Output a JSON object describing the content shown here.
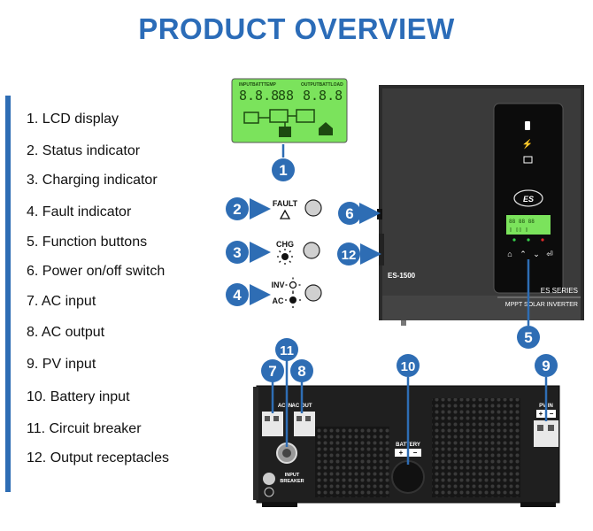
{
  "title": "PRODUCT OVERVIEW",
  "legend": [
    "1. LCD display",
    "2. Status indicator",
    "3. Charging indicator",
    "4. Fault indicator",
    "5. Function buttons",
    "6. Power on/off switch",
    "7. AC input",
    "8. AC output",
    "9. PV input",
    "10. Battery input",
    "11. Circuit breaker",
    "12. Output receptacles"
  ],
  "indicators": {
    "fault": "FAULT",
    "chg": "CHG",
    "inv": "INV",
    "ac": "AC"
  },
  "lcd": {
    "left_header": "INPUTBATTTEMP",
    "right_header": "OUTPUTBATTLOAD"
  },
  "inverter": {
    "model": "ES-1500",
    "logo": "ES",
    "series": "ES SERIES",
    "product_line": "MPPT SOLAR INVERTER"
  },
  "rear_panel": {
    "ac_in": "AC IN",
    "ac_out": "AC OUT",
    "pv_in": "PV IN",
    "battery": "BATTERY",
    "input_breaker": [
      "INPUT",
      "BREAKER"
    ]
  },
  "callouts": [
    "1",
    "2",
    "3",
    "4",
    "5",
    "6",
    "7",
    "8",
    "9",
    "10",
    "11",
    "12"
  ],
  "colors": {
    "accent": "#2b6cb8",
    "callout": "#2e6db4",
    "lcd_green": "#7be35c"
  }
}
